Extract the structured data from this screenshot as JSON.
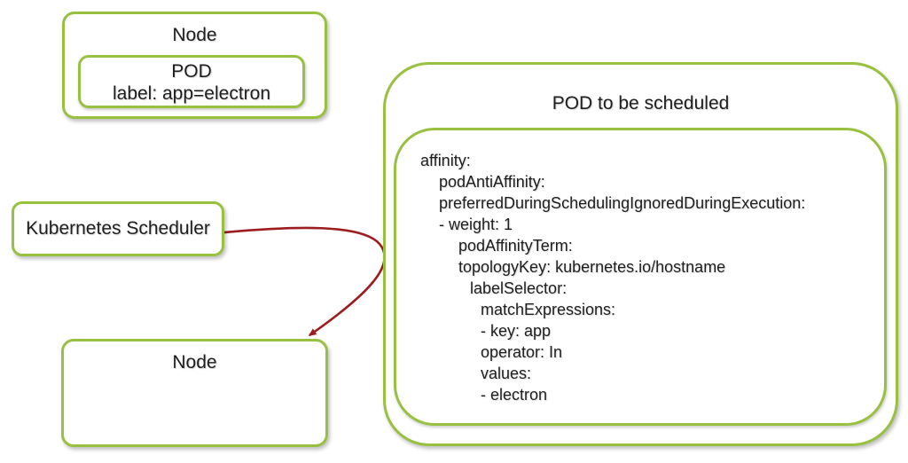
{
  "colors": {
    "box_border_green": "#97c13f",
    "arrow_red": "#9e1c20",
    "text": "#1e1e1e",
    "background": "#ffffff"
  },
  "node_top": {
    "label": "Node",
    "pod": {
      "title": "POD",
      "label_line": "label: app=electron"
    }
  },
  "scheduler": {
    "label": "Kubernetes Scheduler"
  },
  "node_bottom": {
    "label": "Node"
  },
  "pod_to_schedule": {
    "title": "POD to be scheduled",
    "yaml_lines": [
      {
        "indent": 0,
        "text": "affinity:"
      },
      {
        "indent": 1,
        "text": "podAntiAffinity:"
      },
      {
        "indent": 1,
        "text": "preferredDuringSchedulingIgnoredDuringExecution:"
      },
      {
        "indent": 1,
        "text": "- weight: 1"
      },
      {
        "indent": 2,
        "text": "podAffinityTerm:"
      },
      {
        "indent": 2,
        "text": "topologyKey: kubernetes.io/hostname"
      },
      {
        "indent": 3,
        "text": "labelSelector:"
      },
      {
        "indent": 4,
        "text": "matchExpressions:"
      },
      {
        "indent": 4,
        "text": "- key: app"
      },
      {
        "indent": 4,
        "text": "operator: In"
      },
      {
        "indent": 4,
        "text": "values:"
      },
      {
        "indent": 4,
        "text": "- electron"
      }
    ]
  },
  "connector": {
    "from": "kubernetes-scheduler",
    "to": "node-bottom",
    "color": "#9e1c20"
  }
}
